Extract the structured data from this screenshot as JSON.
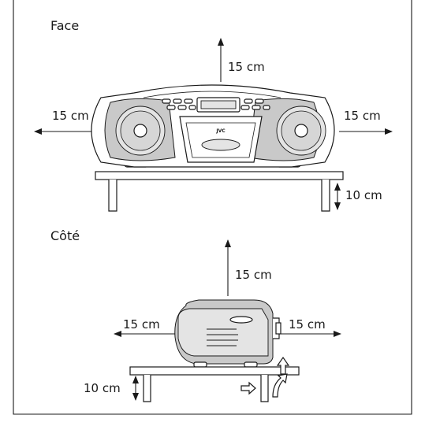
{
  "sections": {
    "front": {
      "title": "Face"
    },
    "side": {
      "title": "Côté"
    }
  },
  "brand": "JVC",
  "front_clearances": {
    "top": "15 cm",
    "left": "15 cm",
    "right": "15 cm",
    "bottom": "10 cm"
  },
  "side_clearances": {
    "top": "15 cm",
    "left": "15 cm",
    "right": "15 cm",
    "bottom": "10 cm"
  }
}
